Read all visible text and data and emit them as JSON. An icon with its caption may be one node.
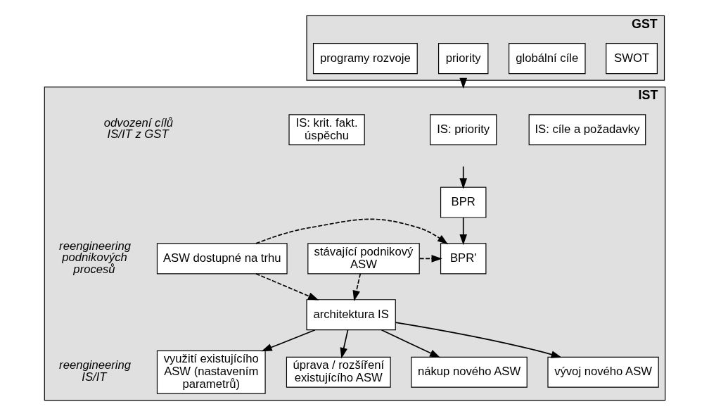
{
  "diagram": {
    "nodes": [
      {
        "text": [
          "GST"
        ]
      },
      {
        "text": [
          "SWOT"
        ],
        "in": 0
      },
      {
        "text": [
          "globální cíle"
        ],
        "in": 0
      },
      {
        "text": [
          "priority"
        ],
        "in": 0
      },
      {
        "text": [
          "programy rozvoje"
        ],
        "in": 0
      },
      {
        "text": [
          "IST"
        ]
      },
      {
        "text": [
          "IS: cíle a požadavky"
        ],
        "in": 5
      },
      {
        "text": [
          "IS: priority"
        ],
        "in": 5
      },
      {
        "text": [
          "IS: krit. fakt. úspěchu"
        ],
        "in": 5
      },
      {
        "text": [
          "BPR"
        ],
        "in": 5
      },
      {
        "text": [
          "BPR'"
        ],
        "in": 5
      },
      {
        "text": [
          "stávající podnikový ASW"
        ],
        "in": 5
      },
      {
        "text": [
          "ASW dostupné na trhu"
        ],
        "in": 5
      },
      {
        "text": [
          "architektura IS"
        ],
        "in": 5
      },
      {
        "text": [
          "využití existujícího ASW (nastavením parametrů)"
        ],
        "in": 5
      },
      {
        "text": [
          "úprava / rozšíření existujícího ASW"
        ],
        "in": 5
      },
      {
        "text": [
          "nákup nového ASW"
        ],
        "in": 5
      },
      {
        "text": [
          "vývoj nového ASW"
        ],
        "in": 5
      }
    ],
    "edges": [
      {
        "from": 0,
        "to": 5,
        "arrow": "to"
      },
      {
        "from": null,
        "to": 9,
        "arrow": "to"
      },
      {
        "from": 9,
        "to": 10,
        "arrow": "to"
      },
      {
        "from": 11,
        "to": 10,
        "arrow": "to",
        "style": "dashed"
      },
      {
        "from": 12,
        "to": 10,
        "arrow": "to",
        "style": "dashed"
      },
      {
        "from": 11,
        "to": 13,
        "arrow": "to",
        "style": "dashed"
      },
      {
        "from": 12,
        "to": 13,
        "arrow": "to",
        "style": "dashed"
      },
      {
        "from": 13,
        "to": 14,
        "arrow": "to"
      },
      {
        "from": 13,
        "to": 15,
        "arrow": "to"
      },
      {
        "from": 13,
        "to": 16,
        "arrow": "to"
      },
      {
        "from": 13,
        "to": 17,
        "arrow": "to"
      }
    ],
    "labels": [
      "odvození cílů IS/IT z GST",
      "reengineering podnikových procesů",
      "reengineering IS/IT"
    ]
  }
}
